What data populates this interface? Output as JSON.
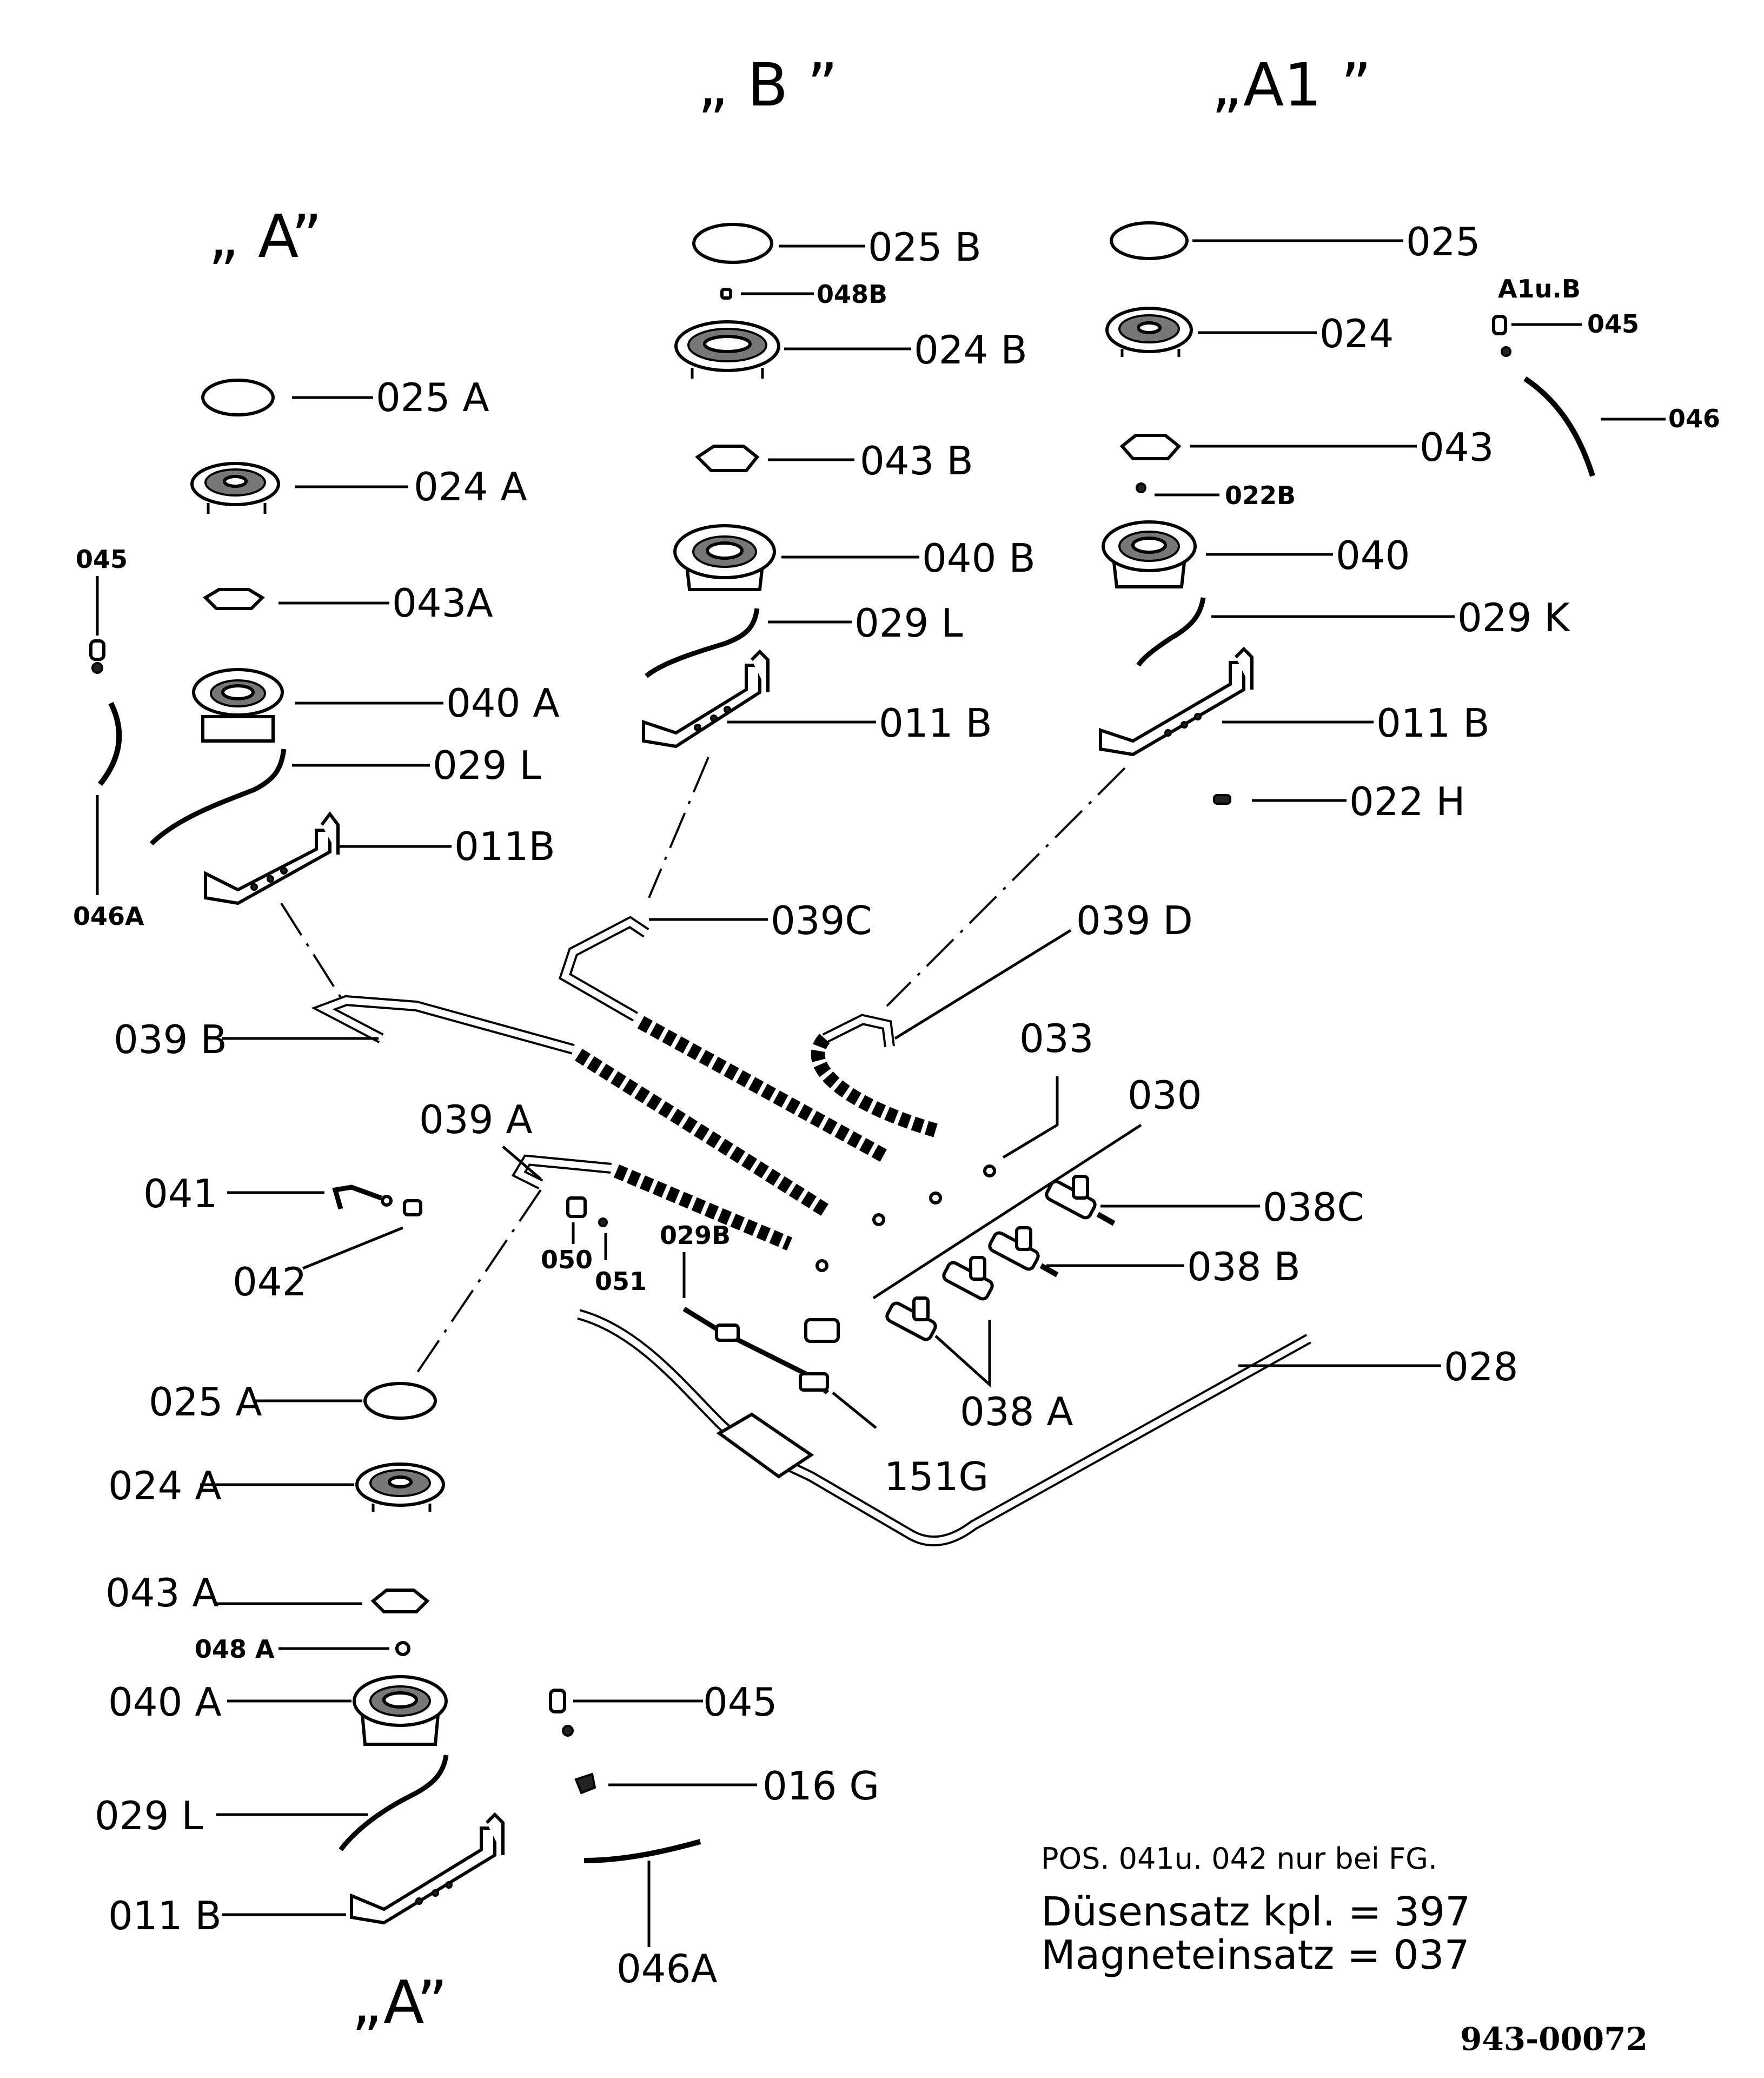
{
  "groups": {
    "a_top": "„ A”",
    "b": "„ B ”",
    "a1": "„A1 ”",
    "a_bottom": "„A”"
  },
  "labels": {
    "a_025A": "025 A",
    "a_024A": "024 A",
    "a_043A": "043A",
    "a_040A": "040 A",
    "a_029L": "029 L",
    "a_011B": "011B",
    "a_045": "045",
    "a_046A": "046A",
    "b_025B": "025 B",
    "b_048B": "048B",
    "b_024B": "024  B",
    "b_043B": "043  B",
    "b_040B": "040 B",
    "b_029L": "029  L",
    "b_011B": "011 B",
    "a1_025": "025",
    "a1_024": "024",
    "a1_043": "043",
    "a1_022B": "022B",
    "a1_040": "040",
    "a1_029K": "029 K",
    "a1_011B": "011 B",
    "a1_022H": "022 H",
    "a1ub": "A1u.B",
    "a1ub_045": "045",
    "a1ub_046": "046",
    "p039C": "039C",
    "p039D": "039  D",
    "p039B": "039 B",
    "p039A": "039  A",
    "p033": "033",
    "p030": "030",
    "p038C": "038C",
    "p038B": "038 B",
    "p038A": "038  A",
    "p041": "041",
    "p042": "042",
    "p050": "050",
    "p051": "051",
    "p029B": "029B",
    "p028": "028",
    "p151G": "151G",
    "c_025A": "025 A",
    "c_024A": "024 A",
    "c_043A": "043  A",
    "c_048A": "048 A",
    "c_040A": "040  A",
    "c_029L": "029  L",
    "c_011B": "011  B",
    "c_045": "045",
    "c_016G": "016 G",
    "c_046A": "046A"
  },
  "notes": {
    "pos": "POS. 041u. 042  nur  bei  FG.",
    "duesensatz": "Düsensatz  kpl.  =  397",
    "magneteinsatz": "Magneteinsatz    =  037"
  },
  "doc_number": "943-00072"
}
